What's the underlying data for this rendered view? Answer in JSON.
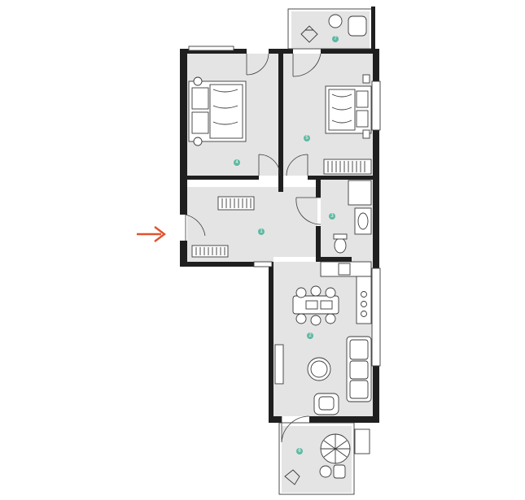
{
  "colors": {
    "floor": "#e4e4e4",
    "wall": "#2b2b2b",
    "badge": "#5fb8a2",
    "entrance_arrow": "#e0532f"
  },
  "rooms": [
    {
      "id": "room-1",
      "number": "1"
    },
    {
      "id": "room-2",
      "number": "2"
    },
    {
      "id": "room-3",
      "number": "3"
    },
    {
      "id": "room-4",
      "number": "4"
    },
    {
      "id": "room-5",
      "number": "5"
    },
    {
      "id": "room-6",
      "number": "6"
    },
    {
      "id": "room-7",
      "number": "7"
    }
  ],
  "icons": {
    "entrance": "arrow-right-icon"
  }
}
